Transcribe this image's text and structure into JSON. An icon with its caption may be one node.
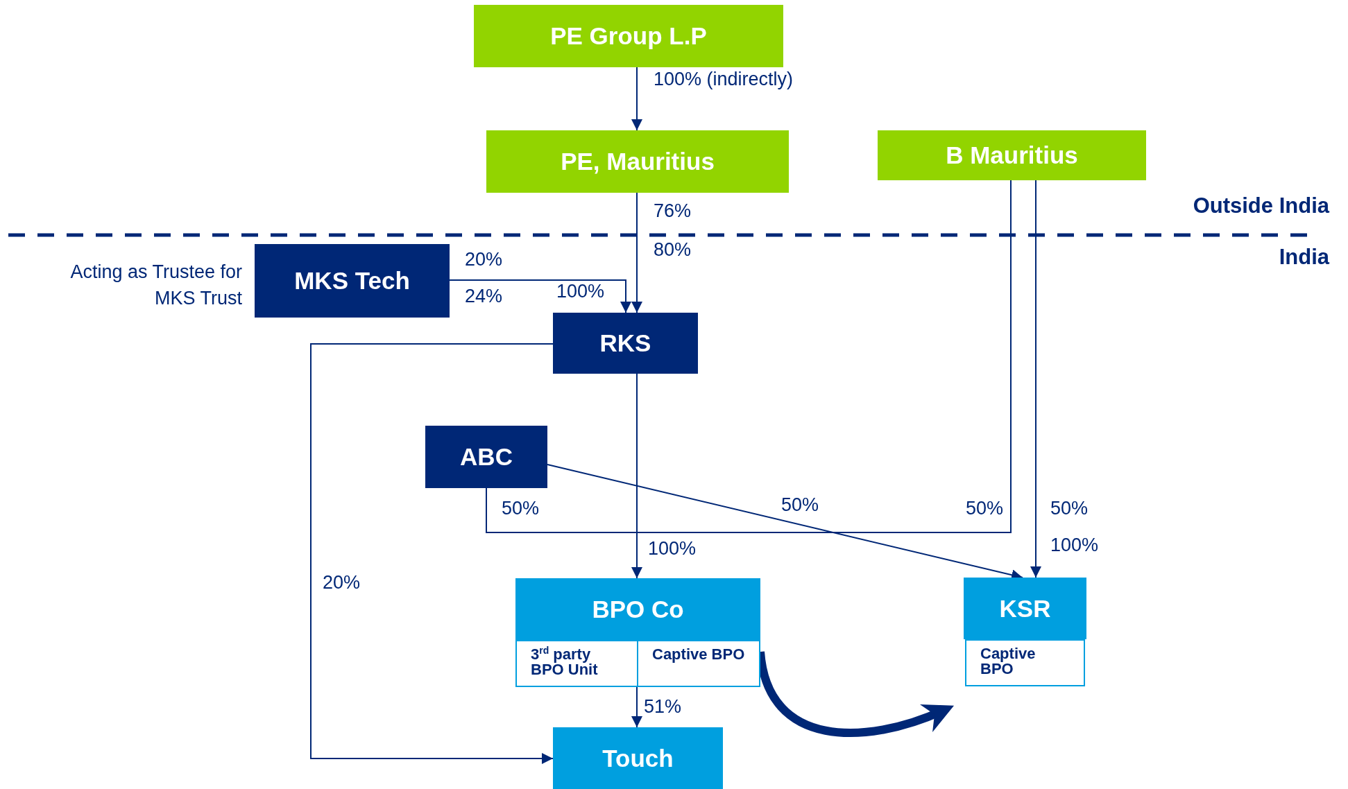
{
  "diagram": {
    "nodes": [
      {
        "text": [
          "PE Group L.P"
        ]
      },
      {
        "text": [
          "PE, Mauritius"
        ]
      },
      {
        "text": [
          "B Mauritius"
        ]
      },
      {
        "text": [
          "MKS Tech"
        ],
        "beside": [
          "Acting as Trustee for MKS Trust"
        ]
      },
      {
        "text": [
          "RKS"
        ]
      },
      {
        "text": [
          "ABC"
        ]
      },
      {
        "text": [
          "BPO Co"
        ]
      },
      {
        "text": [
          "3$^{rd}$ party BPO Unit"
        ],
        "in": 6
      },
      {
        "text": [
          "Captive BPO"
        ],
        "in": 6
      },
      {
        "text": [
          "KSR"
        ]
      },
      {
        "text": [
          "Captive BPO"
        ],
        "in": 9
      },
      {
        "text": [
          "Touch"
        ]
      }
    ],
    "edges": [
      {
        "from": 0,
        "to": 1,
        "arrow": "to",
        "label": "100% (indirectly)"
      },
      {
        "from": 1,
        "to": 4,
        "arrow": "to",
        "label": "76%"
      },
      {
        "from": 3,
        "to": 4,
        "arrow": "to",
        "label": "20%"
      },
      {
        "from": 4,
        "to": 6,
        "arrow": "to",
        "label": "100%"
      },
      {
        "from": 4,
        "to": 11,
        "arrow": "to",
        "label": "20%"
      },
      {
        "from": 5,
        "to": 2,
        "arrow": "none",
        "label": "50%"
      },
      {
        "from": 5,
        "to": 9,
        "arrow": "to",
        "label": "50%"
      },
      {
        "from": 2,
        "to": 9,
        "arrow": "to",
        "label": "50%"
      },
      {
        "from": 6,
        "to": 11,
        "arrow": "to",
        "label": "51%"
      },
      {
        "from": 6,
        "to": 9,
        "arrow": "to",
        "style": "thick"
      }
    ],
    "labels": [
      "Outside India",
      "India",
      "80%",
      "24%",
      "100%",
      "50%",
      "100%"
    ]
  }
}
